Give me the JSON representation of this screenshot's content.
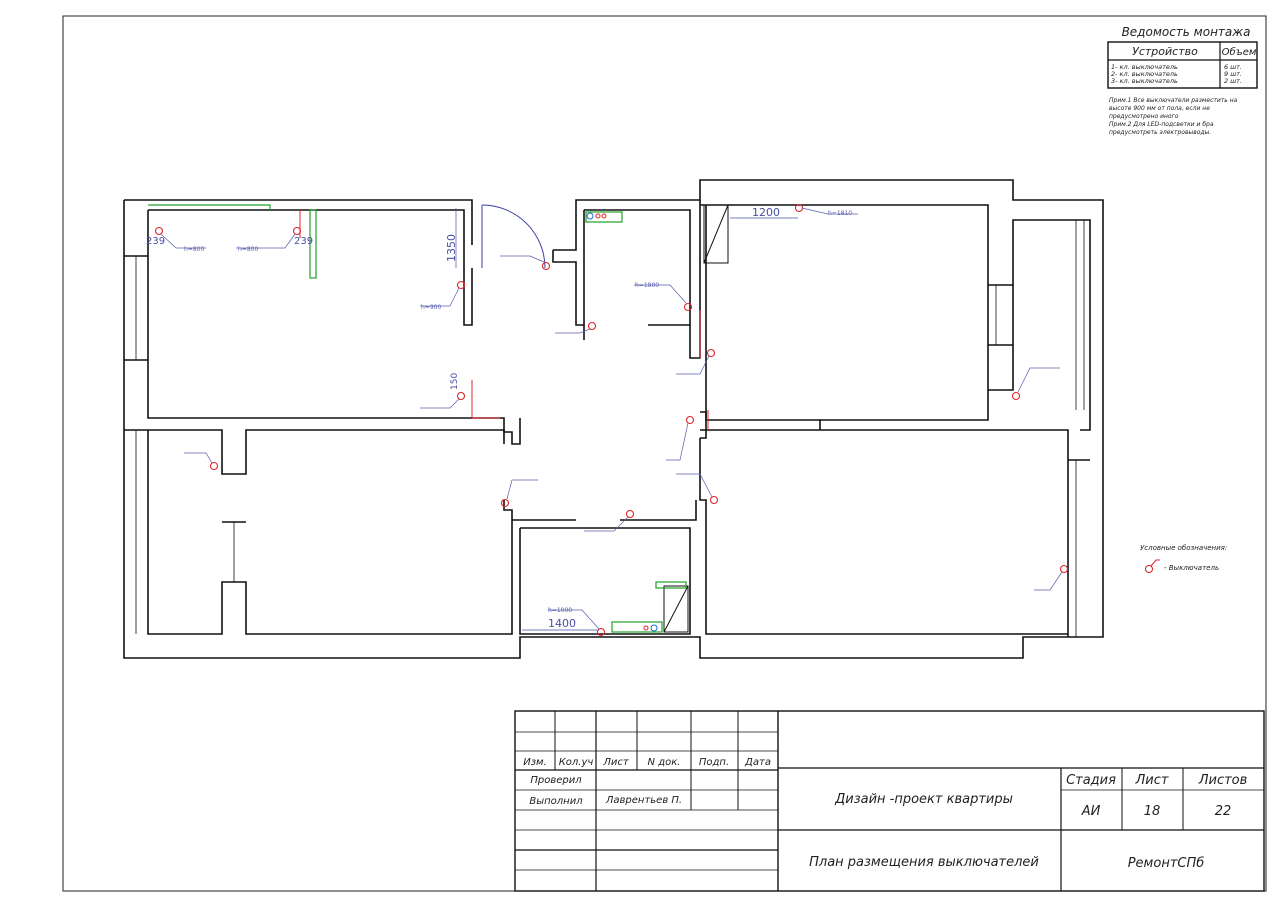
{
  "statement": {
    "title": "Ведомость монтажа",
    "col_device": "Устройство",
    "col_volume": "Объем",
    "rows": [
      {
        "device": "1- кл. выключатель",
        "qty": "6 шт."
      },
      {
        "device": "2- кл. выключатель",
        "qty": "9 шт."
      },
      {
        "device": "3- кл. выключатель",
        "qty": "2 шт."
      }
    ],
    "note_lines": [
      "Прим.1 Все выключатели разместить на",
      "высоте 900 мм от пола, если не",
      "предусмотрено иного",
      "Прим.2 Для LED-подсветки и бра",
      "предусмотреть электровыводы."
    ]
  },
  "legend": {
    "title": "Условные обозначения:",
    "switch_label": "- Выключатель"
  },
  "plan": {
    "dims": [
      "239",
      "239",
      "1350",
      "1200",
      "1400",
      "150"
    ],
    "heights": [
      "h=800",
      "h=800",
      "h=900",
      "h=1800",
      "h=1810",
      "h=1000"
    ]
  },
  "stamp": {
    "col_headers": [
      "Изм.",
      "Кол.уч",
      "Лист",
      "N док.",
      "Подп.",
      "Дата"
    ],
    "checked_label": "Проверил",
    "done_label": "Выполнил",
    "done_name": "Лаврентьев П.",
    "project": "Дизайн -проект квартиры",
    "sheet_title": "План размещения выключателей",
    "stage_label": "Стадия",
    "sheet_label": "Лист",
    "sheets_label": "Листов",
    "stage": "АИ",
    "sheet": "18",
    "sheets": "22",
    "company": "РемонтСПб"
  },
  "colors": {
    "wall": "#111111",
    "dimension": "#4a4fa6",
    "switch": "#e0242a",
    "furniture": "#1fa02c",
    "door": "#3a3fa0"
  }
}
